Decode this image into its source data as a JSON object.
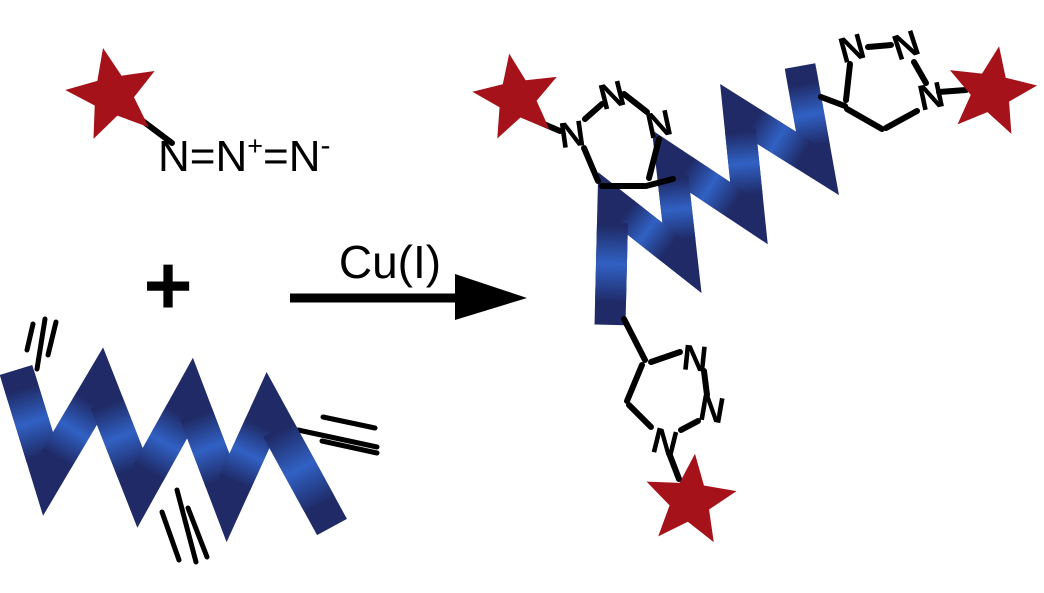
{
  "scheme": {
    "background": "#ffffff",
    "ink": "#000000",
    "star_red": "#a6121a",
    "helix_bright": "#3161c4",
    "helix_dark": "#1f2a66"
  },
  "reactant_azide": {
    "formula": {
      "n1": "N",
      "bond1": "=",
      "n2": "N",
      "charge_plus": "+",
      "bond2": "=",
      "n3": "N",
      "charge_minus": "-"
    }
  },
  "plus_label": "+",
  "reaction_arrow": {
    "catalyst_label": "Cu(I)"
  },
  "product": {
    "nitrogen_label": "N"
  }
}
